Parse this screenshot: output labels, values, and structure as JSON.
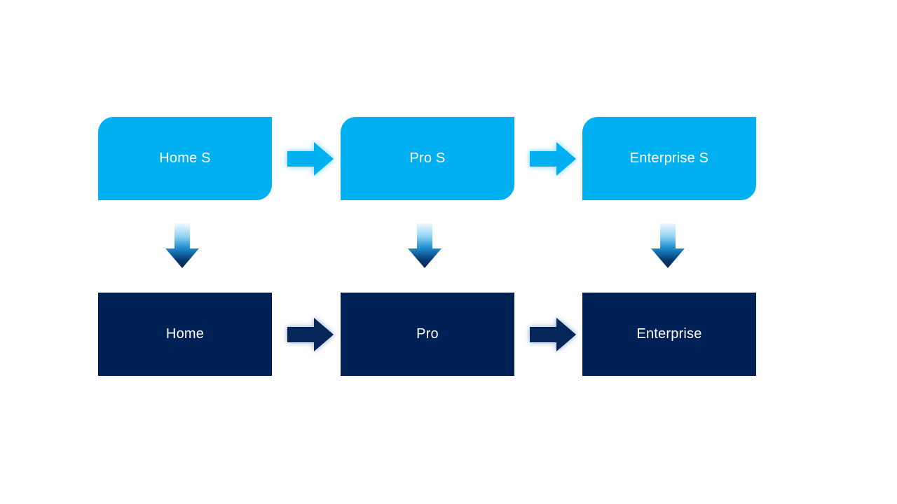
{
  "diagram": {
    "description": "Edition upgrade flow diagram with two rows of product edition nodes",
    "nodes": {
      "top_row": [
        {
          "label": "Home S"
        },
        {
          "label": "Pro S"
        },
        {
          "label": "Enterprise S"
        }
      ],
      "bottom_row": [
        {
          "label": "Home"
        },
        {
          "label": "Pro"
        },
        {
          "label": "Enterprise"
        }
      ]
    },
    "connectors": {
      "top_row_right_arrows": [
        {
          "from": "Home S",
          "to": "Pro S"
        },
        {
          "from": "Pro S",
          "to": "Enterprise S"
        }
      ],
      "bottom_row_right_arrows": [
        {
          "from": "Home",
          "to": "Pro"
        },
        {
          "from": "Enterprise",
          "to": ""
        }
      ],
      "down_arrows": [
        {
          "from": "Home S",
          "to": "Home"
        },
        {
          "from": "Pro S",
          "to": "Pro"
        },
        {
          "from": "Enterprise S",
          "to": "Enterprise"
        }
      ]
    }
  },
  "colors": {
    "background": "#ffffff",
    "top_node_fill": "#00b0f0",
    "bottom_node_fill": "#002155",
    "node_text": "#ffffff",
    "cyan_arrow_fill": "#00b0f0",
    "navy_arrow_fill": "#042658",
    "down_gradient": [
      "#f0f9fe",
      "#8ed2f3",
      "#1e8fd0",
      "#07396f",
      "#0b2857"
    ]
  }
}
